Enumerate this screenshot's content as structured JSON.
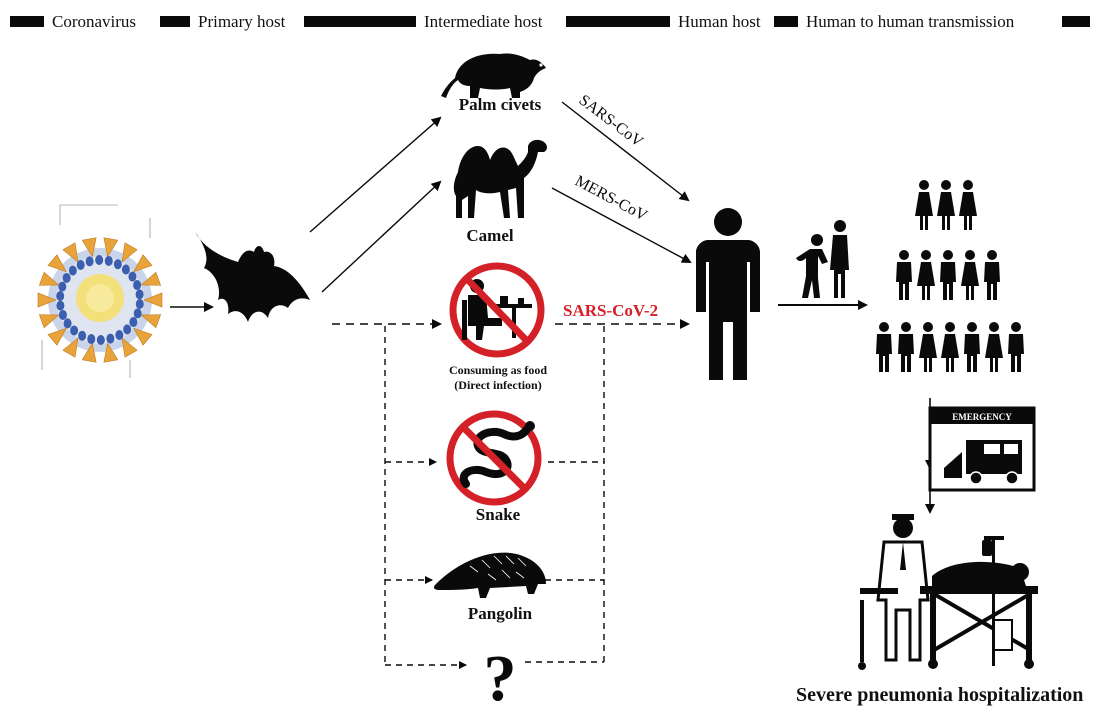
{
  "header": {
    "items": [
      "Coronavirus",
      "Primary host",
      "Intermediate host",
      "Human host",
      "Human to human transmission"
    ]
  },
  "intermediate_hosts": {
    "palm_civets": "Palm civets",
    "camel": "Camel",
    "consuming_line1": "Consuming as food",
    "consuming_line2": "(Direct infection)",
    "snake": "Snake",
    "pangolin": "Pangolin",
    "unknown": "?"
  },
  "viruses": {
    "sars": "SARS-CoV",
    "mers": "MERS-CoV",
    "sars2": "SARS-CoV-2"
  },
  "outcome": {
    "emergency": "EMERGENCY",
    "caption": "Severe pneumonia hospitalization"
  },
  "colors": {
    "ink": "#0a0a0a",
    "highlight_red": "#d42027",
    "virus_orange": "#e8a33a",
    "virus_blue": "#3b5fae",
    "virus_core": "#f4e07a"
  }
}
